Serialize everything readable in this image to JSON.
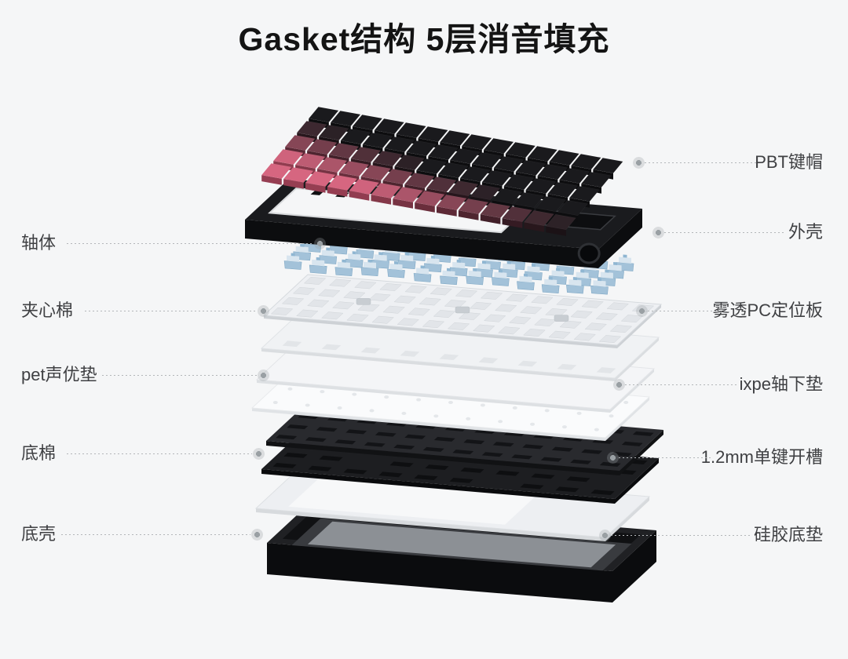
{
  "title": "Gasket结构 5层消音填充",
  "labels": {
    "left": [
      {
        "text": "轴体"
      },
      {
        "text": "夹心棉"
      },
      {
        "text": "pet声优垫"
      },
      {
        "text": "底棉"
      },
      {
        "text": "底壳"
      }
    ],
    "right": [
      {
        "text": "PBT键帽"
      },
      {
        "text": "外壳"
      },
      {
        "text": "雾透PC定位板"
      },
      {
        "text": "ixpe轴下垫"
      },
      {
        "text": "1.2mm单键开槽"
      },
      {
        "text": "硅胶底垫"
      }
    ]
  },
  "layers_top_to_bottom": [
    "PBT键帽",
    "外壳",
    "轴体",
    "雾透PC定位板",
    "夹心棉",
    "pet声优垫",
    "ixpe轴下垫",
    "1.2mm单键开槽",
    "底棉",
    "硅胶底垫",
    "底壳"
  ],
  "colors": {
    "background": "#f5f6f7",
    "title_text": "#141414",
    "label_text": "#3f4043",
    "leader_line": "#b3b6b9",
    "keycap_pink": "#d66680",
    "keycap_black": "#1a1a1d",
    "case_black": "#1a1b1e",
    "switch_blue": "#a3c2d9",
    "plate_white": "#eef0f3",
    "foam_black": "#292a2e",
    "silicone_white": "#edeff2"
  }
}
